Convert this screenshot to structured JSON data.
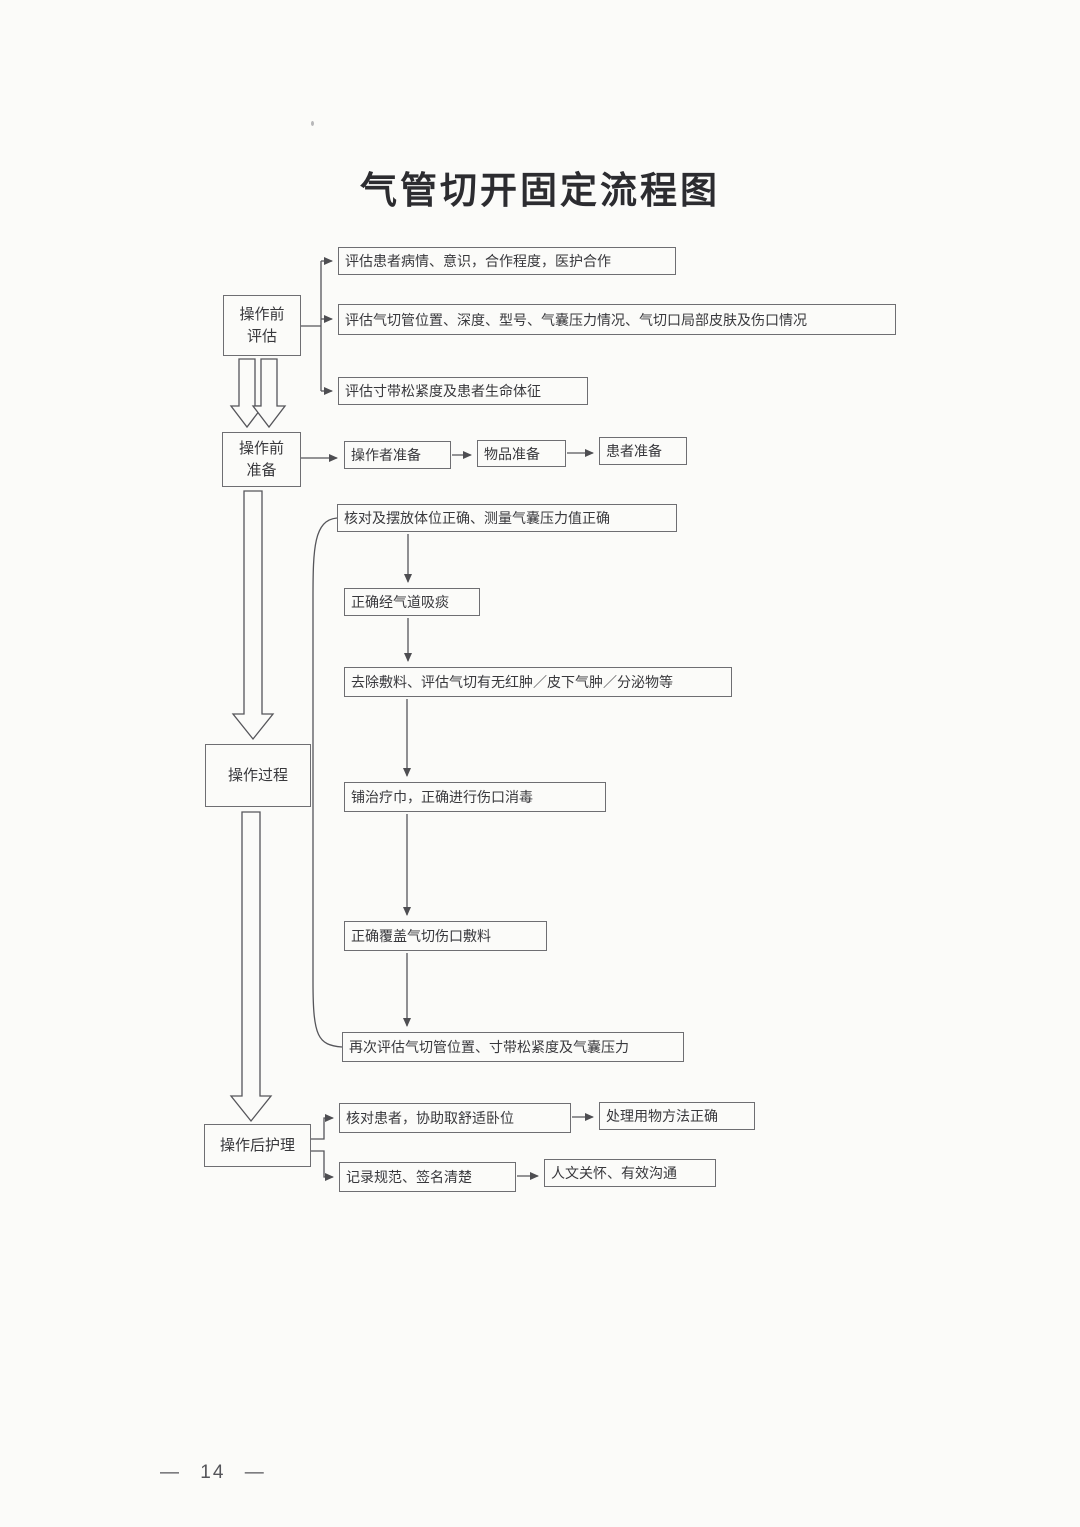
{
  "title": "气管切开固定流程图",
  "page_number": "— 14 —",
  "stages": {
    "pre_eval": {
      "line1": "操作前",
      "line2": "评估"
    },
    "pre_prep": {
      "line1": "操作前",
      "line2": "准备"
    },
    "process": {
      "label": "操作过程"
    },
    "post_care": {
      "label": "操作后护理"
    }
  },
  "eval_branches": [
    {
      "label": "评估患者病情、意识，合作程度，医护合作"
    },
    {
      "label": "评估气切管位置、深度、型号、气囊压力情况、气切口局部皮肤及伤口情况"
    },
    {
      "label": "评估寸带松紧度及患者生命体征"
    }
  ],
  "prep_chain": [
    {
      "label": "操作者准备"
    },
    {
      "label": "物品准备"
    },
    {
      "label": "患者准备"
    }
  ],
  "process_steps": [
    {
      "label": "核对及摆放体位正确、测量气囊压力值正确"
    },
    {
      "label": "正确经气道吸痰"
    },
    {
      "label": "去除敷料、评估气切有无红肿／皮下气肿／分泌物等"
    },
    {
      "label": "铺治疗巾，正确进行伤口消毒"
    },
    {
      "label": "正确覆盖气切伤口敷料"
    },
    {
      "label": "再次评估气切管位置、寸带松紧度及气囊压力"
    }
  ],
  "post_care_rows": [
    {
      "left": "核对患者，协助取舒适卧位",
      "right": "处理用物方法正确"
    },
    {
      "left": "记录规范、签名清楚",
      "right": "人文关怀、有效沟通"
    }
  ]
}
